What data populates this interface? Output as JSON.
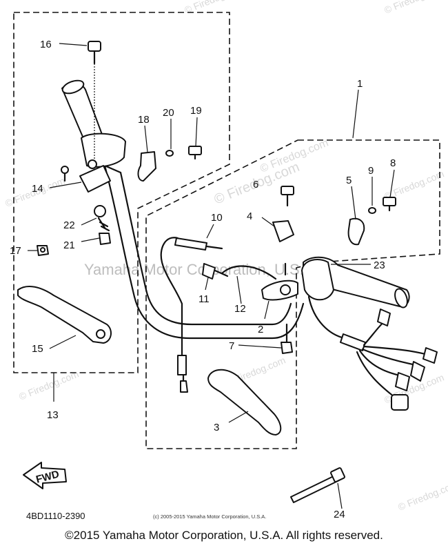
{
  "callouts": {
    "c1": "1",
    "c2": "2",
    "c3": "3",
    "c4": "4",
    "c5": "5",
    "c6": "6",
    "c7": "7",
    "c8": "8",
    "c9": "9",
    "c10": "10",
    "c11": "11",
    "c12": "12",
    "c13": "13",
    "c14": "14",
    "c15": "15",
    "c16": "16",
    "c17": "17",
    "c18": "18",
    "c19": "19",
    "c20": "20",
    "c21": "21",
    "c22": "22",
    "c23": "23",
    "c24": "24"
  },
  "fwd_label": "FWD",
  "diagram_code": "4BD1110-2390",
  "watermark": {
    "main": "Yamaha Motor Corporation, U.S.A.",
    "firedog": "© Firedog.com"
  },
  "copyright_small": "(c) 2005-2015 Yamaha Motor Corporation, U.S.A.",
  "copyright_footer": "©2015 Yamaha Motor Corporation, U.S.A. All rights reserved."
}
